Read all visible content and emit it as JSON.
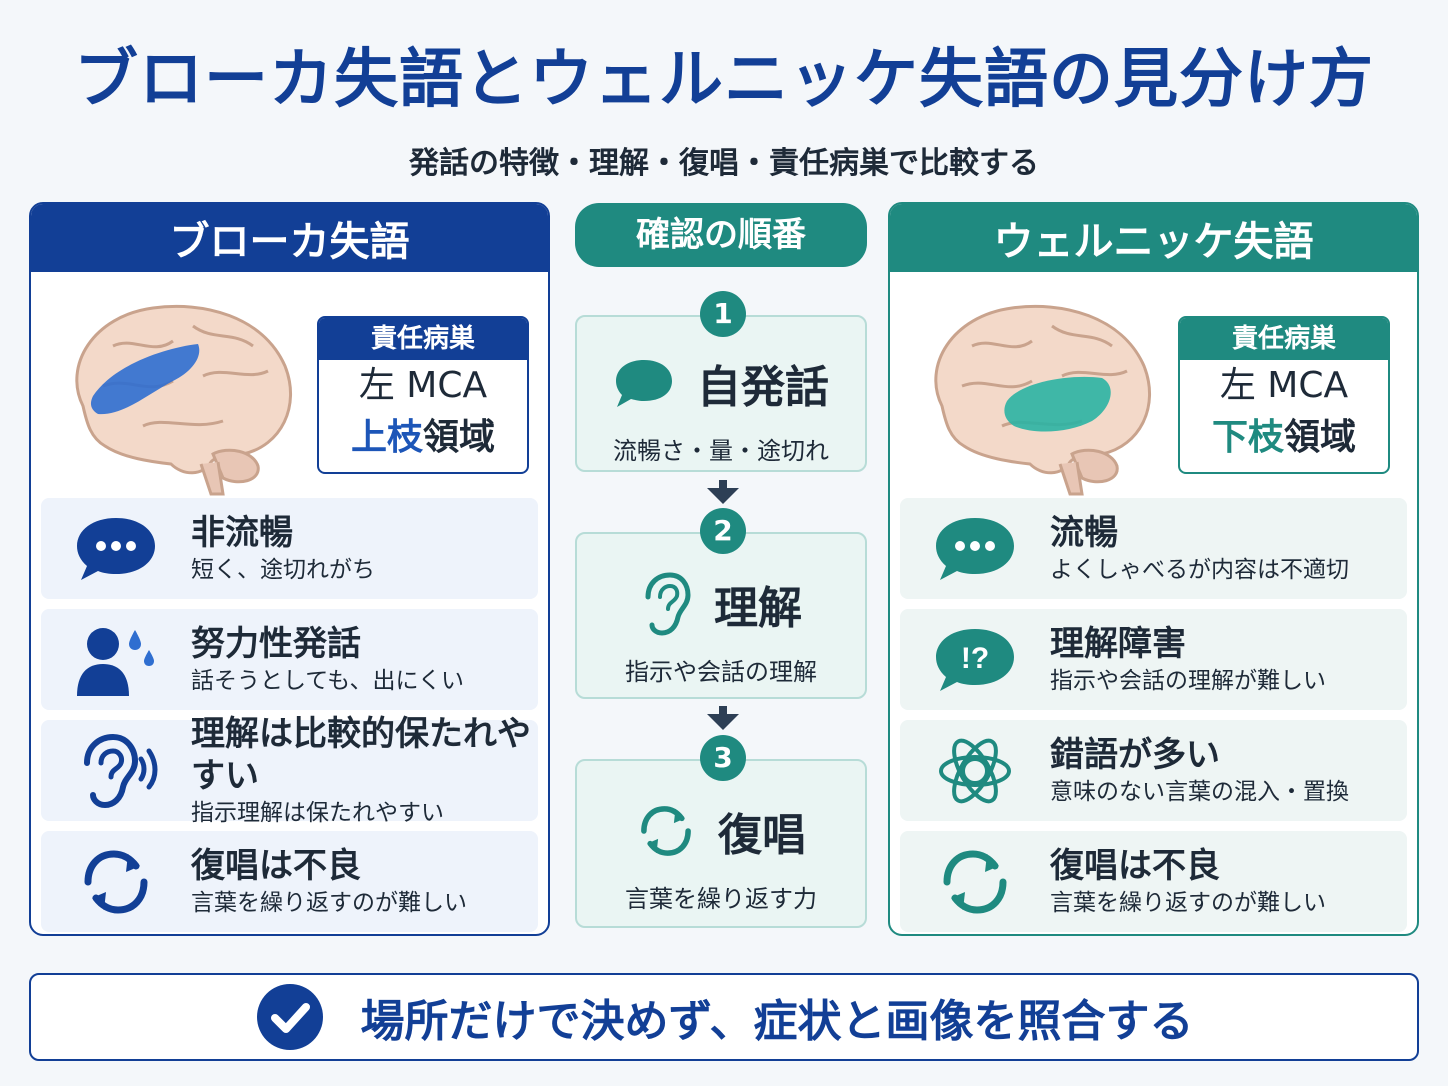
{
  "title": "ブローカ失語とウェルニッケ失語の見分け方",
  "subtitle": "発話の特徴・理解・復唱・責任病巣で比較する",
  "colors": {
    "broca": "#123f96",
    "wernicke": "#1f8a80"
  },
  "broca": {
    "header": "ブローカ失語",
    "focus_label": "責任病巣",
    "focus_line1": "左 MCA",
    "focus_accent": "上枝",
    "focus_rest": "領域",
    "items": [
      {
        "icon": "speech-bubble-icon",
        "title": "非流暢",
        "desc": "短く、途切れがち"
      },
      {
        "icon": "sweating-person-icon",
        "title": "努力性発話",
        "desc": "話そうとしても、出にくい"
      },
      {
        "icon": "ear-sound-icon",
        "title": "理解は比較的保たれやすい",
        "desc": "指示理解は保たれやすい"
      },
      {
        "icon": "repeat-icon",
        "title": "復唱は不良",
        "desc": "言葉を繰り返すのが難しい"
      }
    ]
  },
  "steps": {
    "header": "確認の順番",
    "list": [
      {
        "num": "1",
        "icon": "speech-bubble-icon",
        "title": "自発話",
        "desc": "流暢さ・量・途切れ"
      },
      {
        "num": "2",
        "icon": "ear-icon",
        "title": "理解",
        "desc": "指示や会話の理解"
      },
      {
        "num": "3",
        "icon": "repeat-icon",
        "title": "復唱",
        "desc": "言葉を繰り返す力"
      }
    ]
  },
  "wernicke": {
    "header": "ウェルニッケ失語",
    "focus_label": "責任病巣",
    "focus_line1": "左 MCA",
    "focus_accent": "下枝",
    "focus_rest": "領域",
    "items": [
      {
        "icon": "speech-bubble-icon",
        "title": "流暢",
        "desc": "よくしゃべるが内容は不適切"
      },
      {
        "icon": "question-bubble-icon",
        "title": "理解障害",
        "desc": "指示や会話の理解が難しい",
        "icon_text": "!?"
      },
      {
        "icon": "tangled-lines-icon",
        "title": "錯語が多い",
        "desc": "意味のない言葉の混入・置換"
      },
      {
        "icon": "repeat-icon",
        "title": "復唱は不良",
        "desc": "言葉を繰り返すのが難しい"
      }
    ]
  },
  "footer": {
    "icon": "check-circle-icon",
    "text": "場所だけで決めず、症状と画像を照合する"
  }
}
